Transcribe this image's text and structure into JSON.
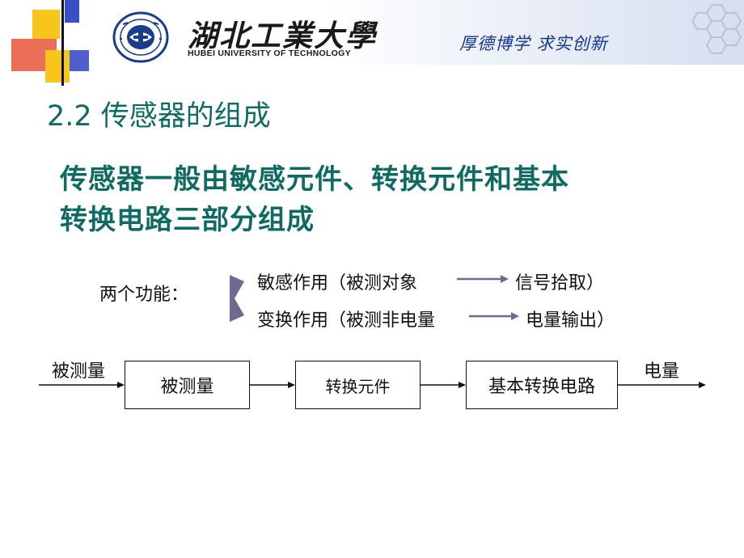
{
  "header": {
    "university_name_cn": "湖北工業大學",
    "university_name_en": "HUBEI UNIVERSITY OF TECHNOLOGY",
    "motto": "厚德博学  求实创新",
    "logo_icon": "university-seal"
  },
  "slide": {
    "section_title": "2.2 传感器的组成",
    "main_text_line1": "传感器一般由敏感元件、转换元件和基本",
    "main_text_line2": "转换电路三部分组成"
  },
  "functions": {
    "label": "两个功能：",
    "item1_left": "敏感作用（被测对象",
    "item1_right": "信号拾取）",
    "item2_left": "变换作用（被测非电量",
    "item2_right": "电量输出）"
  },
  "diagram": {
    "input_label": "被测量",
    "output_label": "电量",
    "blocks": [
      "被测量",
      "转换元件",
      "基本转换电路"
    ]
  },
  "colors": {
    "title_teal": "#0f6b62",
    "motto_blue": "#16338f",
    "arrow_gray_purple": "#6e6a90",
    "brace_purple": "#6e6a90"
  }
}
